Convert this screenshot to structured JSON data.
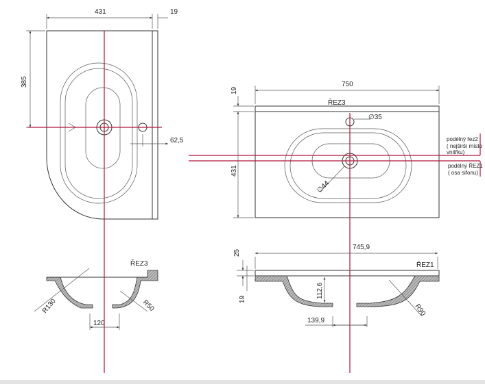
{
  "plan_left": {
    "width_dim": "431",
    "rim_dim": "19",
    "depth_dim": "385",
    "overflow_offset_dim": "62,5"
  },
  "plan_right": {
    "width_dim": "750",
    "rim_dim": "19",
    "depth_dim": "431",
    "section_label": "ŘEZ3",
    "overflow_dia": "∅35",
    "drain_dia": "∅44"
  },
  "section3": {
    "label": "ŘEZ3",
    "radius_large": "R130",
    "radius_small": "R50",
    "drain_width": "120"
  },
  "section1": {
    "label": "ŘEZ1",
    "width_dim": "745,9",
    "height_dim_top": "25",
    "height_dim_bottom": "19",
    "depth_dim": "112,6",
    "drain_width": "139,9",
    "radius": "R90"
  },
  "annotations": {
    "cut2_line1": "podélný řez2",
    "cut2_line2": "( nejširší místo",
    "cut2_line3": "vnitřku)",
    "cut1_line1": "podélný ŘEZ1",
    "cut1_line2": "( osa sifonu)"
  },
  "colors": {
    "axis": "#b0173a",
    "line": "#333333"
  }
}
